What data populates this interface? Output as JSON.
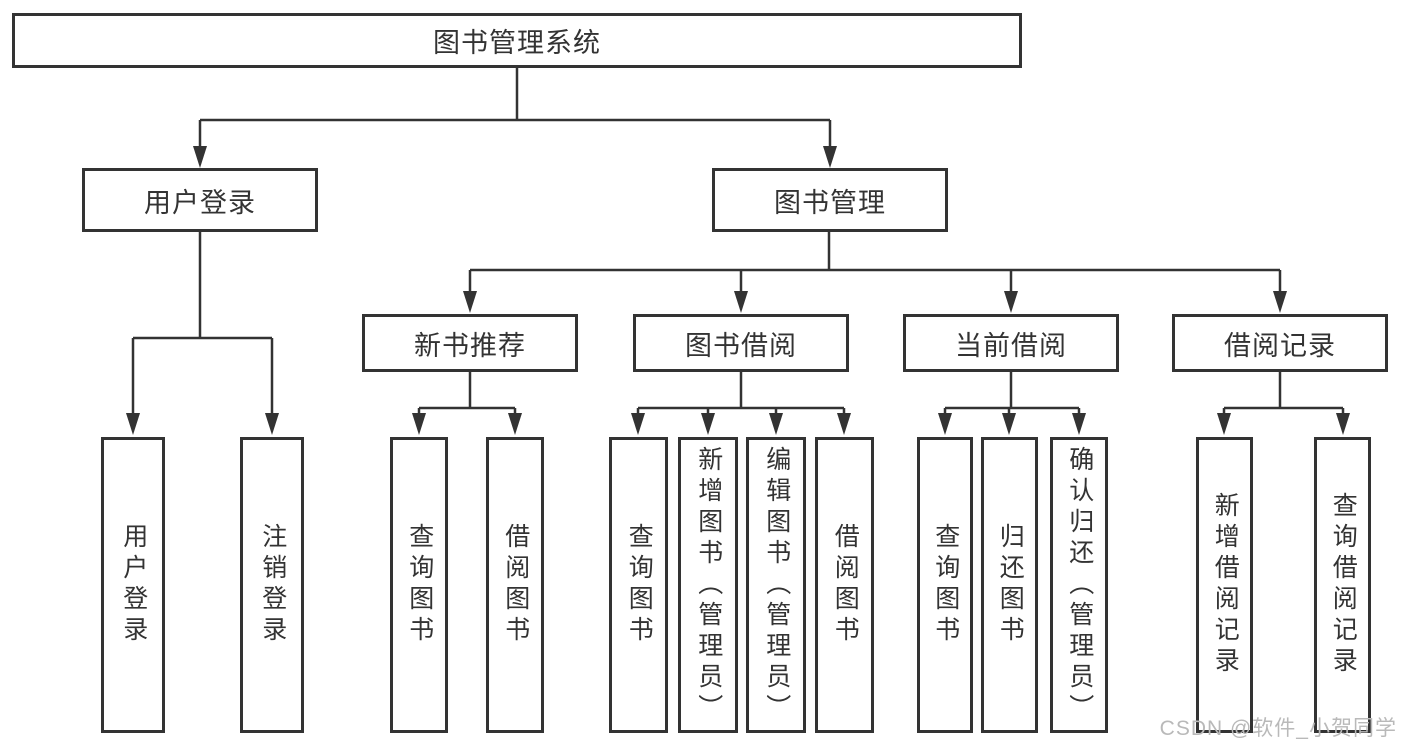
{
  "diagram_title": "图书管理系统",
  "colors": {
    "line": "#333333",
    "text": "#333333",
    "box_background": "#ffffff",
    "watermark": "#b9b9b9"
  },
  "nodes": {
    "root": "图书管理系统",
    "user_login": "用户登录",
    "book_management": "图书管理",
    "new_book_recommend": "新书推荐",
    "book_borrow": "图书借阅",
    "current_borrow": "当前借阅",
    "borrow_record": "借阅记录",
    "leaf_user_login": "用户登录",
    "leaf_logout": "注销登录",
    "nbr_query_book": "查询图书",
    "nbr_borrow_book": "借阅图书",
    "bb_query_book": "查询图书",
    "bb_add_book": "新增图书（管理员）",
    "bb_edit_book": "编辑图书（管理员）",
    "bb_borrow_book": "借阅图书",
    "cb_query_book": "查询图书",
    "cb_return_book": "归还图书",
    "cb_confirm_return": "确认归还（管理员）",
    "br_add_record": "新增借阅记录",
    "br_query_record": "查询借阅记录"
  },
  "watermark": "CSDN @软件_小贺同学"
}
